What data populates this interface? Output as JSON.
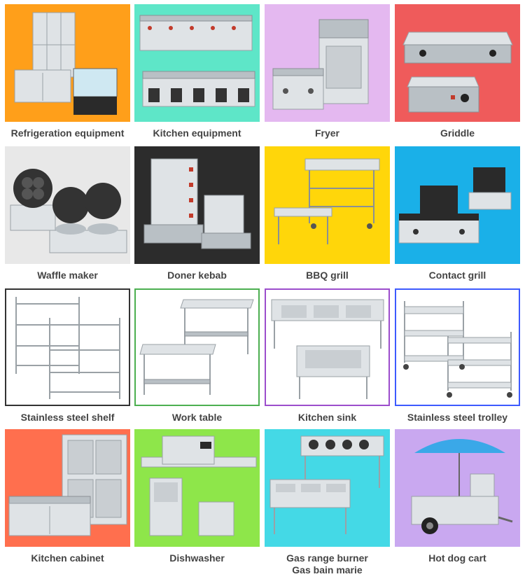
{
  "products": [
    {
      "label": "Refrigeration equipment",
      "bg": "#ff9f1a",
      "bordered": false,
      "icon": "refrigerator-icon"
    },
    {
      "label": "Kitchen equipment",
      "bg": "#5ee6c8",
      "bordered": false,
      "icon": "kitchen-range-icon"
    },
    {
      "label": "Fryer",
      "bg": "#e4b8f0",
      "bordered": false,
      "icon": "fryer-icon"
    },
    {
      "label": "Griddle",
      "bg": "#ef5b5b",
      "bordered": false,
      "icon": "griddle-icon"
    },
    {
      "label": "Waffle maker",
      "bg": "#e8e8e8",
      "bordered": false,
      "icon": "waffle-maker-icon"
    },
    {
      "label": "Doner kebab",
      "bg": "#2c2c2c",
      "bordered": false,
      "icon": "doner-kebab-icon"
    },
    {
      "label": "BBQ grill",
      "bg": "#ffd60a",
      "bordered": false,
      "icon": "bbq-grill-icon"
    },
    {
      "label": "Contact grill",
      "bg": "#1ab0e8",
      "bordered": false,
      "icon": "contact-grill-icon"
    },
    {
      "label": "Stainless steel shelf",
      "bg": "#ffffff",
      "border": "#333333",
      "bordered": true,
      "icon": "shelf-icon"
    },
    {
      "label": "Work table",
      "bg": "#ffffff",
      "border": "#4caf50",
      "bordered": true,
      "icon": "work-table-icon"
    },
    {
      "label": "Kitchen sink",
      "bg": "#ffffff",
      "border": "#9c4dcc",
      "bordered": true,
      "icon": "kitchen-sink-icon"
    },
    {
      "label": "Stainless steel trolley",
      "bg": "#ffffff",
      "border": "#3d5afe",
      "bordered": true,
      "icon": "trolley-icon"
    },
    {
      "label": "Kitchen cabinet",
      "bg": "#ff6f4e",
      "bordered": false,
      "icon": "cabinet-icon"
    },
    {
      "label": "Dishwasher",
      "bg": "#8ee64a",
      "bordered": false,
      "icon": "dishwasher-icon"
    },
    {
      "label": "Gas range burner",
      "label2": "Gas bain marie",
      "bg": "#44d9e6",
      "bordered": false,
      "icon": "gas-range-icon"
    },
    {
      "label": "Hot dog cart",
      "bg": "#c9a8f0",
      "bordered": false,
      "icon": "hot-dog-cart-icon"
    }
  ]
}
